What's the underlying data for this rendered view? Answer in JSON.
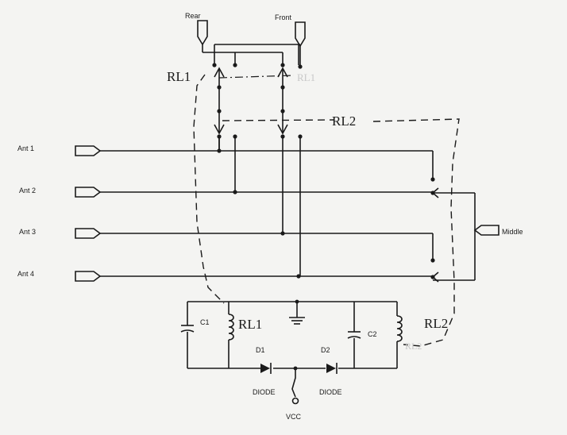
{
  "diagram": {
    "connectors": {
      "rear": "Rear",
      "front": "Front",
      "ant1": "Ant 1",
      "ant2": "Ant 2",
      "ant3": "Ant 3",
      "ant4": "Ant 4",
      "middle": "Middle",
      "vcc": "VCC"
    },
    "relays": {
      "rl1_top": "RL1",
      "rl1_faint": "RL1",
      "rl2_top": "RL2",
      "rl1_coil": "RL1",
      "rl2_coil": "RL2",
      "rl2_faint": "RL2"
    },
    "components": {
      "c1": "C1",
      "c2": "C2",
      "d1": "D1",
      "d2": "D2",
      "diode1": "DIODE",
      "diode2": "DIODE"
    }
  }
}
